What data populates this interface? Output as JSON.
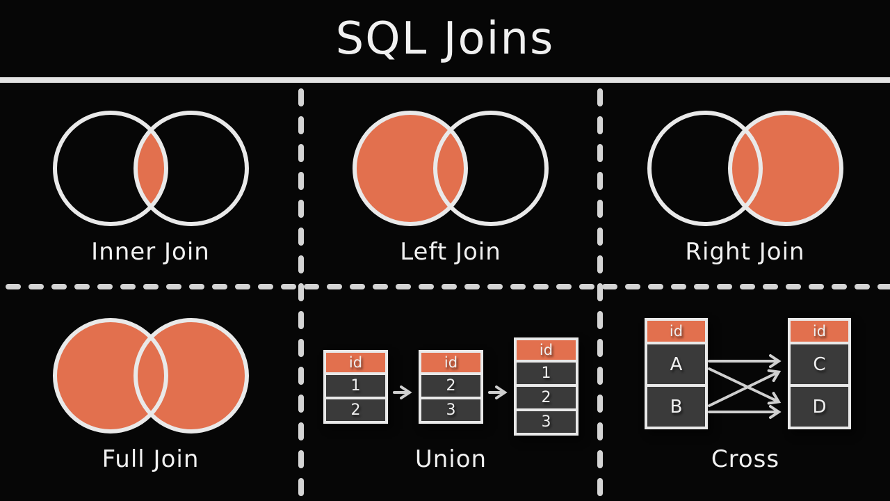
{
  "title": "SQL Joins",
  "colors": {
    "background": "#060606",
    "accent_orange": "#E2704E",
    "circle_stroke": "#E9E9E9",
    "solid_line": "#E3E3E3",
    "dash_gray": "#D4D4D4",
    "arrow_gray": "#CFCFCF",
    "cell_dark": "#3A3A3A",
    "table_border": "#E9E9E9",
    "text_light": "#F1F1F1"
  },
  "panels": {
    "inner_join": {
      "label": "Inner Join"
    },
    "left_join": {
      "label": "Left Join"
    },
    "right_join": {
      "label": "Right Join"
    },
    "full_join": {
      "label": "Full Join"
    },
    "union": {
      "label": "Union",
      "tables": [
        {
          "header": "id",
          "rows": [
            "1",
            "2"
          ]
        },
        {
          "header": "id",
          "rows": [
            "2",
            "3"
          ]
        },
        {
          "header": "id",
          "rows": [
            "1",
            "2",
            "3"
          ]
        }
      ]
    },
    "cross": {
      "label": "Cross",
      "tables": [
        {
          "header": "id",
          "rows": [
            "A",
            "B"
          ]
        },
        {
          "header": "id",
          "rows": [
            "C",
            "D"
          ]
        }
      ]
    }
  }
}
